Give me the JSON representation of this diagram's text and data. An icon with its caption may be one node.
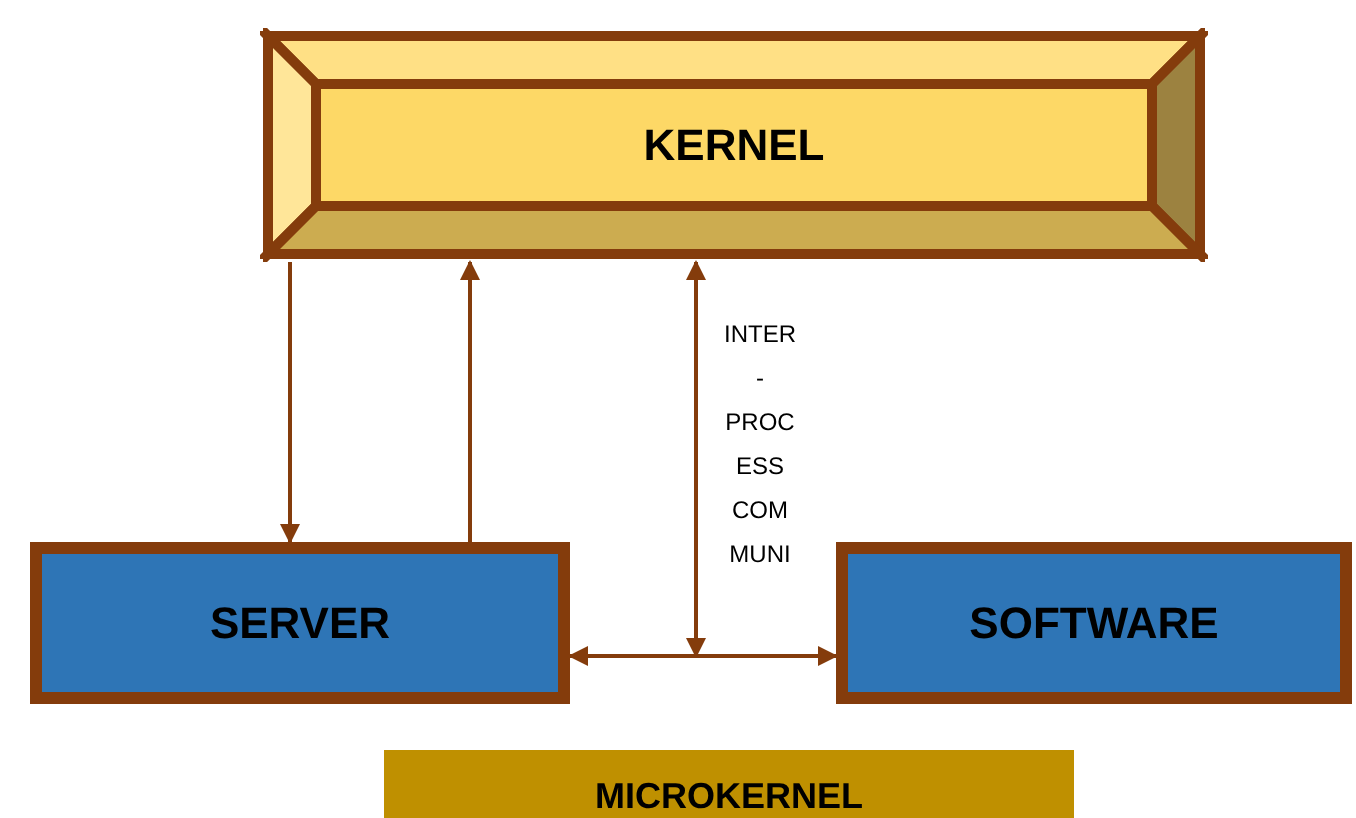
{
  "diagram": {
    "nodes": [
      {
        "text": [
          "KERNEL"
        ]
      },
      {
        "text": [
          "SERVER"
        ]
      },
      {
        "text": [
          "SOFTWARE"
        ]
      },
      {
        "text": [
          "MICROKERNEL"
        ]
      }
    ],
    "edges": [
      {
        "from": 0,
        "to": 1,
        "arrow": "to"
      },
      {
        "from": 1,
        "to": 0,
        "arrow": "to"
      },
      {
        "from": 1,
        "to": 2,
        "arrow": "both"
      },
      {
        "from": null,
        "to": 0,
        "arrow": "both",
        "label": "INTER - PROC ESS COM MUNI"
      }
    ]
  }
}
